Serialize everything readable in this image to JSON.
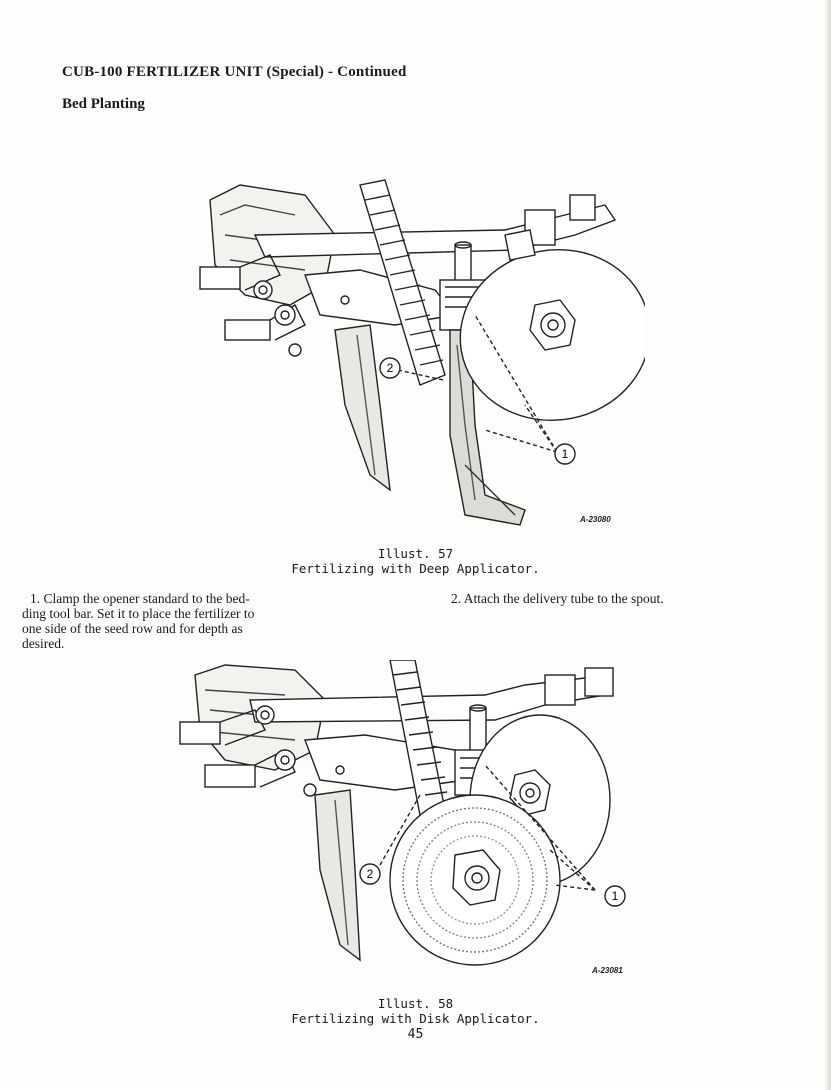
{
  "header": {
    "title": "CUB-100 FERTILIZER UNIT (Special) - Continued",
    "subtitle": "Bed Planting"
  },
  "figure1": {
    "code": "A-23080",
    "callouts": [
      "2",
      "1"
    ],
    "caption_line1": "Illust. 57",
    "caption_line2": "Fertilizing with Deep Applicator."
  },
  "steps": {
    "step1_line1": "1. Clamp the opener standard to the bed-",
    "step1_line2": "ding tool bar. Set it to place the fertilizer to",
    "step1_line3": "one side of the seed row and for depth as",
    "step1_line4": "desired.",
    "step2": "2. Attach the delivery tube to the spout."
  },
  "figure2": {
    "code": "A-23081",
    "callouts": [
      "2",
      "1"
    ],
    "caption_line1": "Illust. 58",
    "caption_line2": "Fertilizing with Disk Applicator."
  },
  "page_number": "45"
}
